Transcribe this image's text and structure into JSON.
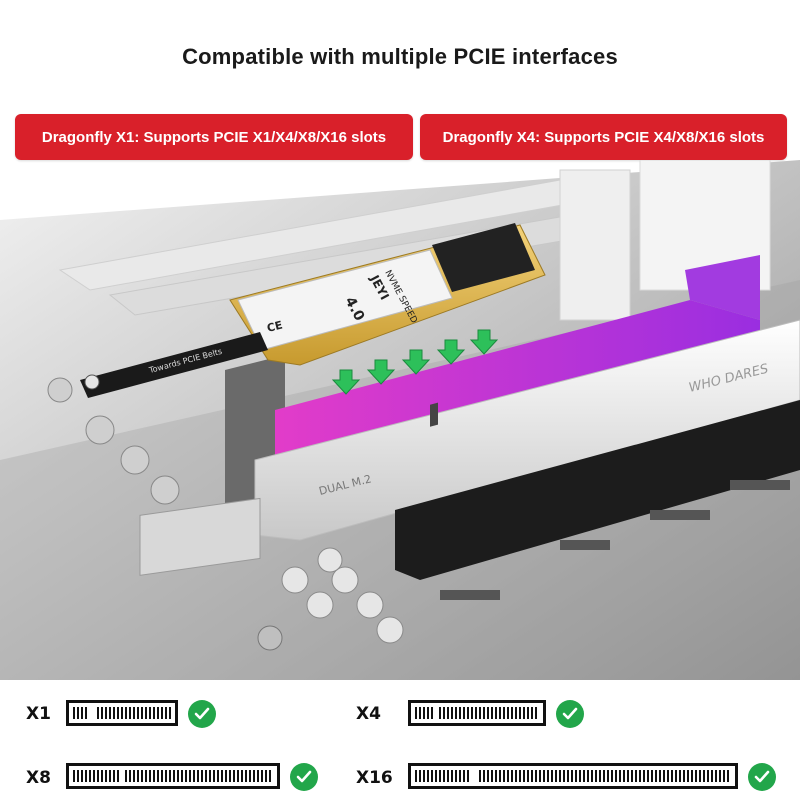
{
  "header": {
    "title": "Compatible with multiple PCIE interfaces"
  },
  "banners": [
    {
      "label": "Dragonfly X1: Supports PCIE X1/X4/X8/X16 slots"
    },
    {
      "label": "Dragonfly X4: Supports PCIE X4/X8/X16 slots"
    }
  ],
  "scene": {
    "card": {
      "brand": "JEYI",
      "product": "NVME SPEED",
      "badge": "4.0",
      "side_text": "Towards PCIE Belts",
      "cert": "CE"
    },
    "heatsink": {
      "text1": "DUAL M.2",
      "text2": "WHO DARES"
    }
  },
  "slots": [
    {
      "label": "X1",
      "supported": true
    },
    {
      "label": "X4",
      "supported": true
    },
    {
      "label": "X8",
      "supported": true
    },
    {
      "label": "X16",
      "supported": true
    }
  ],
  "colors": {
    "banner_red": "#d9202a",
    "check_green": "#22a64a",
    "slot_magenta": "#c81cc4"
  }
}
